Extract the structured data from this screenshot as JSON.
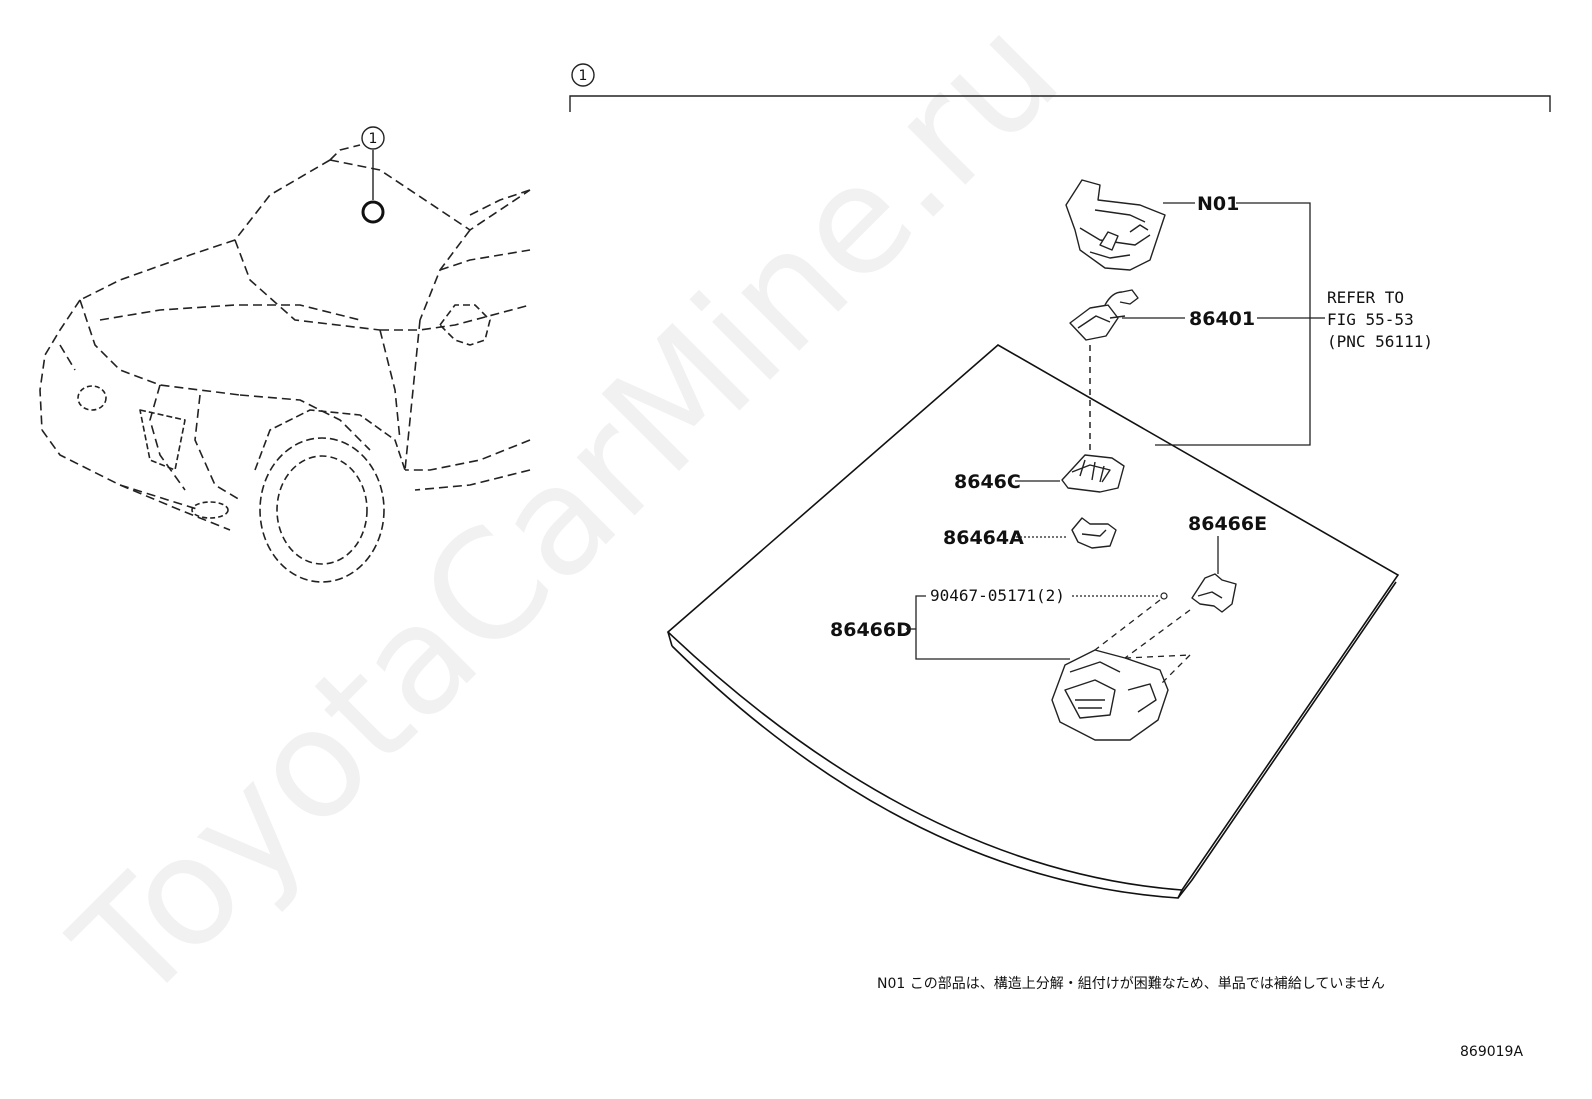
{
  "watermark": "ToyotaCarMine.ru",
  "callout_number": "1",
  "callouts": {
    "vehicle": "1",
    "assembly": "1"
  },
  "parts": {
    "n01": "N01",
    "p86401": "86401",
    "p8646c": "8646C",
    "p86464a": "86464A",
    "p86466e": "86466E",
    "p86466d": "86466D",
    "p90467": "90467-05171(2)"
  },
  "refer": {
    "line1": "REFER TO",
    "line2": "FIG 55-53",
    "line3": "(PNC 56111)"
  },
  "footnote": "N01 この部品は、構造上分解・組付けが困難なため、単品では補給していません",
  "figure_code": "869019A",
  "colors": {
    "ink": "#111111",
    "watermark": "#f1f1f1"
  }
}
